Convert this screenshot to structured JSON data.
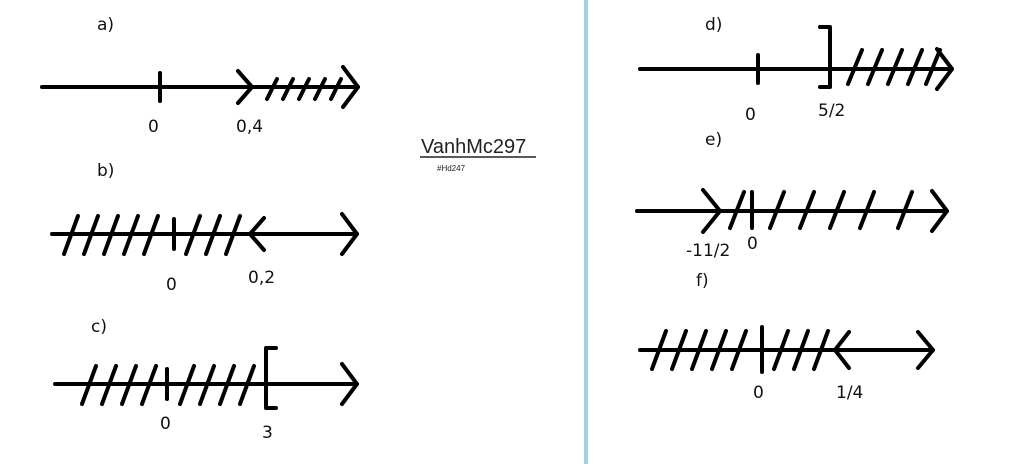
{
  "watermark": {
    "text": "VanhMc297",
    "subtext": "#Hd247"
  },
  "divider_color": "#9fd3e0",
  "ink_color": "#000000",
  "problems": [
    {
      "id": "a",
      "label": "a)",
      "zero_label": "0",
      "bound_label": "0,4",
      "bound_type": "open-paren-right",
      "hatched_side": "right"
    },
    {
      "id": "b",
      "label": "b)",
      "zero_label": "0",
      "bound_label": "0,2",
      "bound_type": "open-paren-left",
      "hatched_side": "left"
    },
    {
      "id": "c",
      "label": "c)",
      "zero_label": "0",
      "bound_label": "3",
      "bound_type": "bracket-left",
      "hatched_side": "left"
    },
    {
      "id": "d",
      "label": "d)",
      "zero_label": "0",
      "bound_label": "5/2",
      "bound_type": "bracket-right",
      "hatched_side": "right"
    },
    {
      "id": "e",
      "label": "e)",
      "zero_label": "0",
      "bound_label": "-11/2",
      "bound_type": "open-paren-right",
      "hatched_side": "right"
    },
    {
      "id": "f",
      "label": "f)",
      "zero_label": "0",
      "bound_label": "1/4",
      "bound_type": "open-paren-left",
      "hatched_side": "left"
    }
  ]
}
